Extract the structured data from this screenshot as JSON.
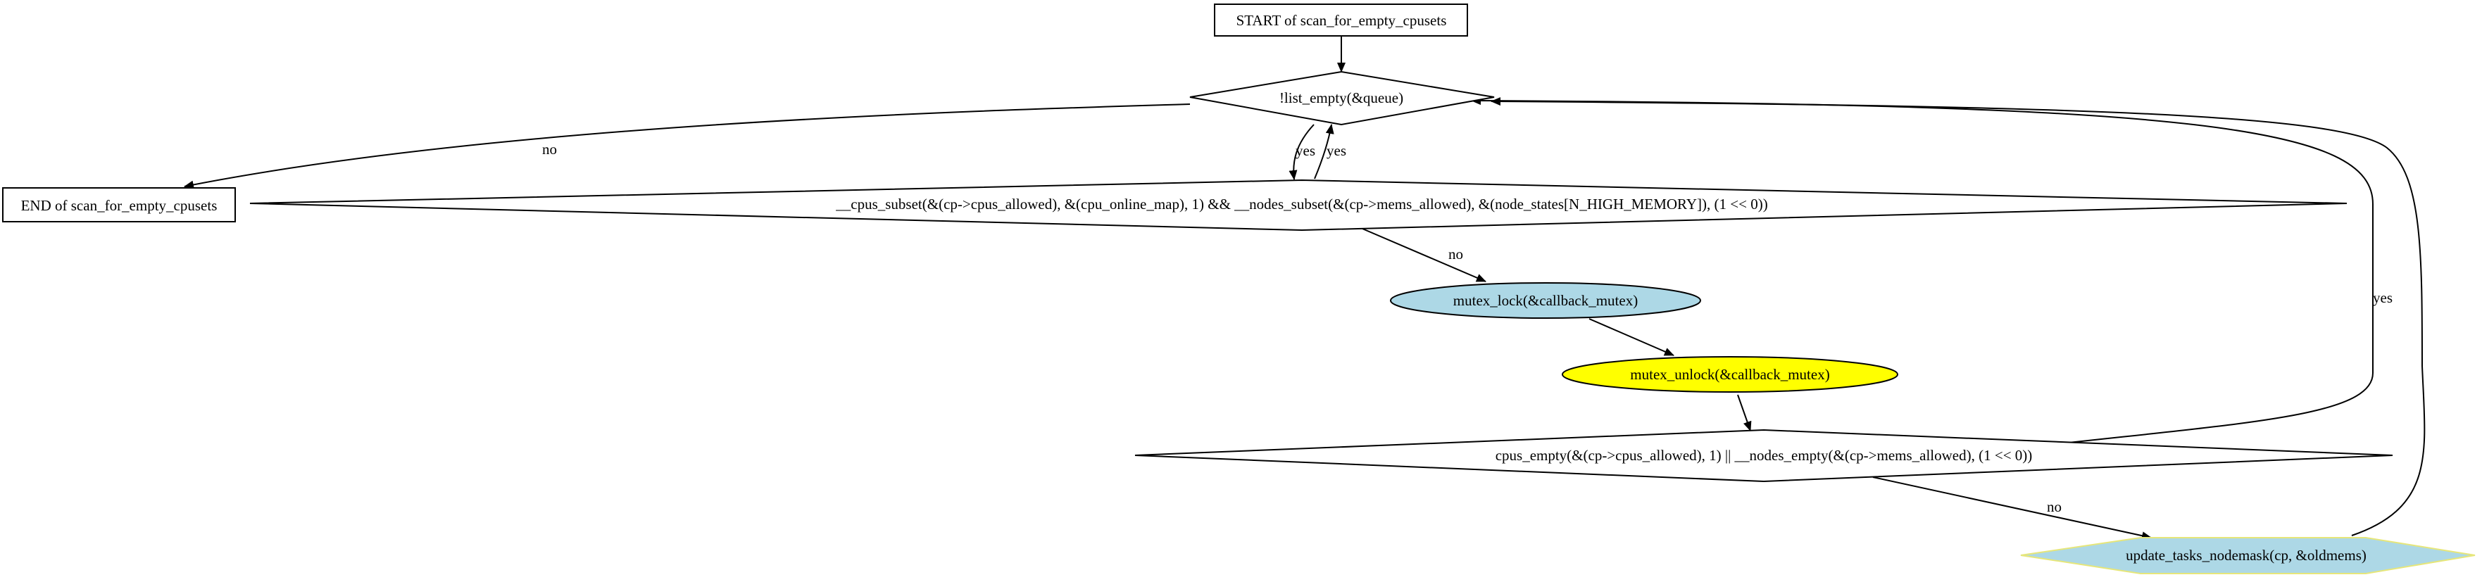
{
  "nodes": {
    "start": "START of scan_for_empty_cpusets",
    "loop_cond": "!list_empty(&queue)",
    "end": "END of scan_for_empty_cpusets",
    "subset_cond": "__cpus_subset(&(cp->cpus_allowed), &(cpu_online_map), 1) && __nodes_subset(&(cp->mems_allowed), &(node_states[N_HIGH_MEMORY]), (1 << 0))",
    "mutex_lock": "mutex_lock(&callback_mutex)",
    "mutex_unlock": "mutex_unlock(&callback_mutex)",
    "empty_cond": "cpus_empty(&(cp->cpus_allowed), 1) || __nodes_empty(&(cp->mems_allowed), (1 << 0))",
    "update": "update_tasks_nodemask(cp, &oldmems)"
  },
  "edges": {
    "loop_to_end": "no",
    "loop_to_subset": "yes",
    "subset_to_loop": "yes",
    "subset_to_lock": "no",
    "empty_to_loop": "yes",
    "empty_to_update": "no"
  },
  "colors": {
    "lock_fill": "#add8e6",
    "unlock_fill": "#ffff00",
    "update_fill": "#add8e6",
    "update_stroke": "#e6e67a"
  }
}
